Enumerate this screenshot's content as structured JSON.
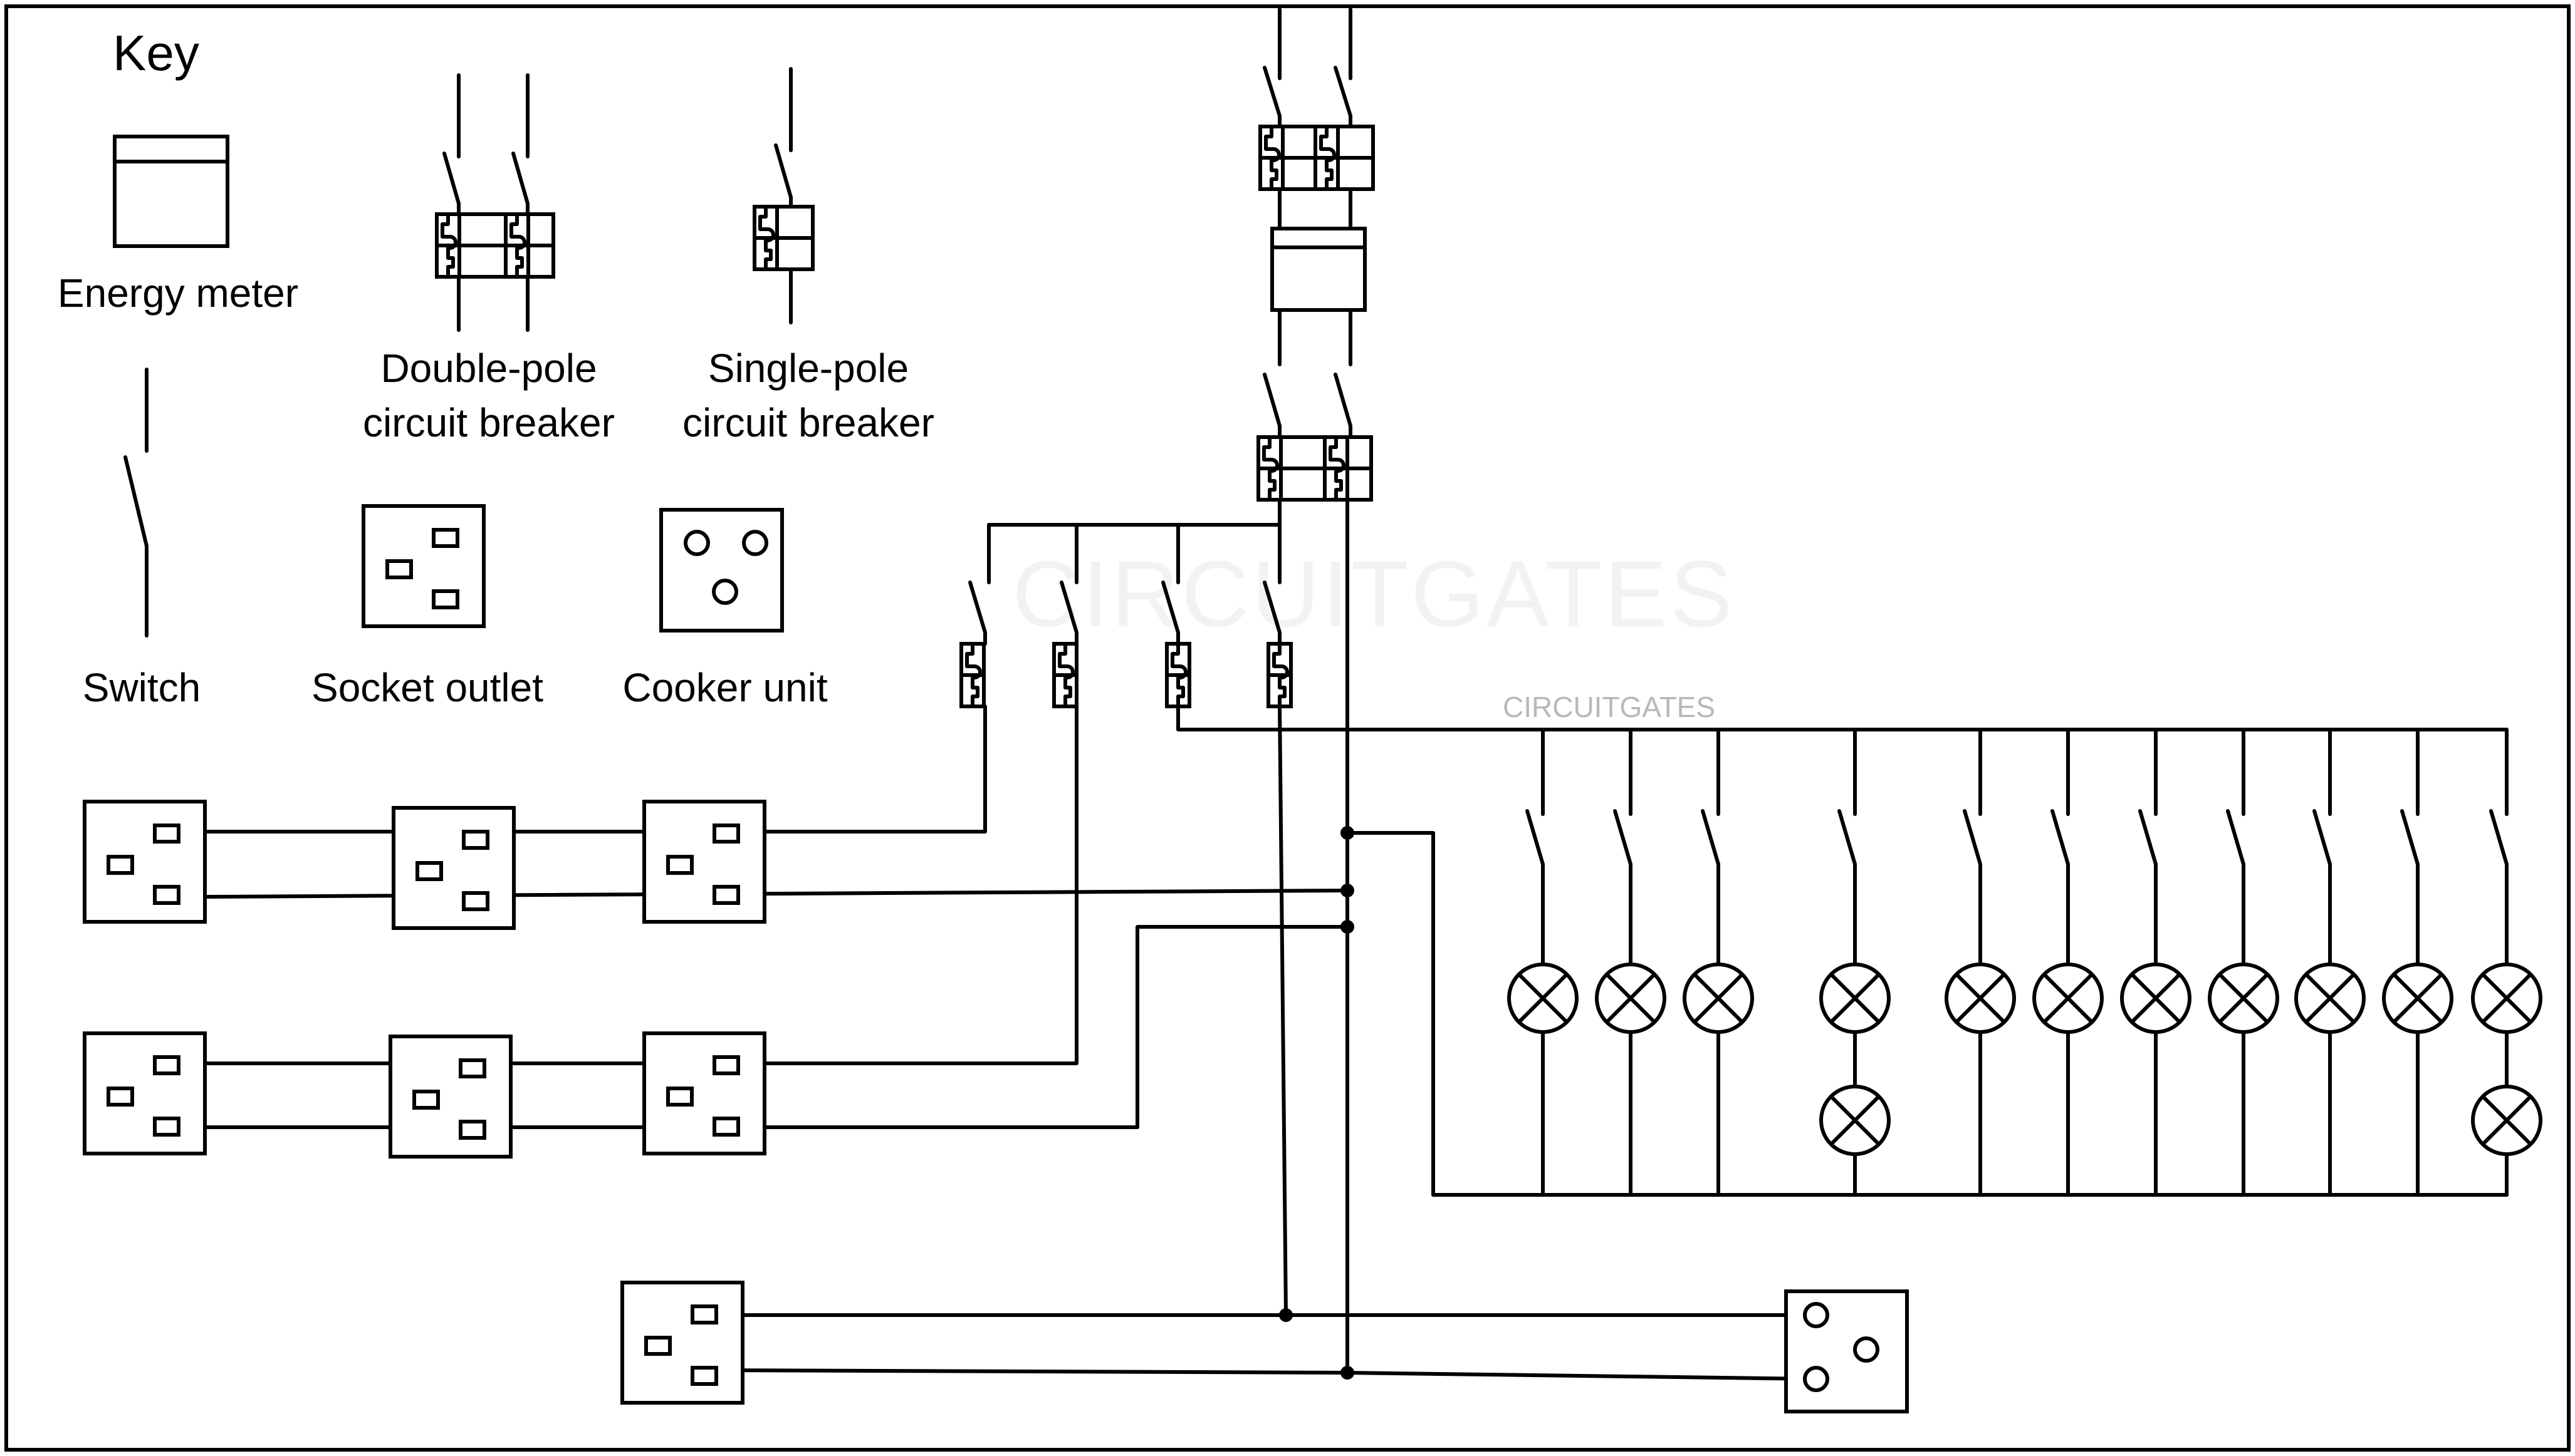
{
  "key": {
    "title": "Key",
    "energy_meter": "Energy meter",
    "double_pole_line1": "Double-pole",
    "double_pole_line2": "circuit breaker",
    "single_pole_line1": "Single-pole",
    "single_pole_line2": "circuit breaker",
    "switch": "Switch",
    "socket_outlet": "Socket outlet",
    "cooker_unit": "Cooker unit"
  },
  "watermarks": {
    "large": "CIRCUITGATES",
    "small": "CIRCUITGATES"
  },
  "colors": {
    "line": "#000000",
    "background": "#ffffff",
    "watermark_small": "#b8b8b8",
    "watermark_large": "#f2f2f2"
  }
}
